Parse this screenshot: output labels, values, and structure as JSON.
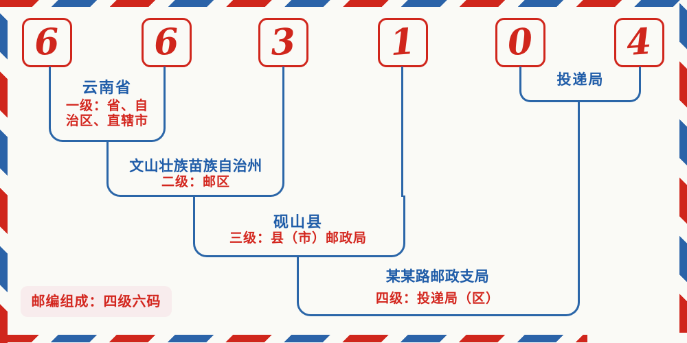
{
  "postal_code": {
    "digits": [
      "6",
      "6",
      "3",
      "1",
      "0",
      "4"
    ]
  },
  "levels": [
    {
      "name": "云南省",
      "desc_lines": [
        "一级：省、自",
        "治区、直辖市"
      ]
    },
    {
      "name": "文山壮族苗族自治州",
      "desc_lines": [
        "二级：邮区"
      ]
    },
    {
      "name": "砚山县",
      "desc_lines": [
        "三级：县（市）邮政局"
      ]
    },
    {
      "name": "某某路邮政支局",
      "desc_lines": [
        "四级：投递局（区）"
      ]
    }
  ],
  "delivery_office_label": "投递局",
  "badge_label": "邮编组成：四级六码",
  "colors": {
    "stripe_red": "#d0261c",
    "stripe_blue": "#2b63a8",
    "line_blue": "#2b66a8",
    "text_blue": "#1f5ca8",
    "text_red": "#d3261e",
    "background": "#fafaf6",
    "badge_background": "#f8eced"
  }
}
